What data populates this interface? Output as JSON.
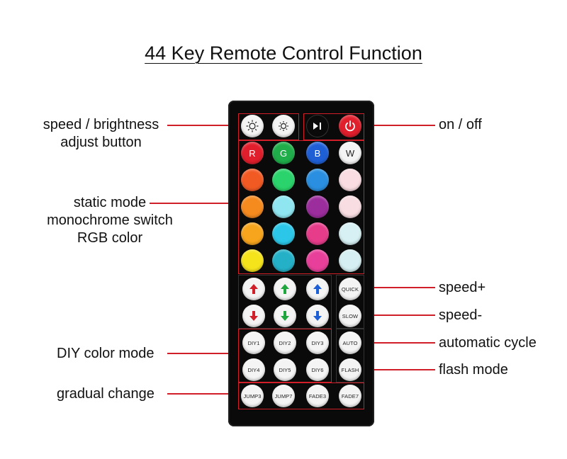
{
  "title": "44 Key Remote Control Function",
  "labels": {
    "speed_brightness_1": "speed / brightness",
    "speed_brightness_2": "adjust button",
    "static_1": "static mode",
    "static_2": "monochrome switch",
    "static_3": "RGB color",
    "diy": "DIY color mode",
    "gradual": "gradual change",
    "on_off": "on / off",
    "speed_up": "speed+",
    "speed_down": "speed-",
    "auto_cycle": "automatic cycle",
    "flash": "flash mode"
  },
  "remote": {
    "top_buttons": [
      {
        "icon": "brightness-up-icon"
      },
      {
        "icon": "brightness-down-icon"
      },
      {
        "icon": "play-pause-icon"
      },
      {
        "icon": "power-icon"
      }
    ],
    "rgbw": [
      {
        "label": "R",
        "color": "#e01e2c"
      },
      {
        "label": "G",
        "color": "#1fae4a"
      },
      {
        "label": "B",
        "color": "#1f5fd6"
      },
      {
        "label": "W",
        "color": "#f4f4f4"
      }
    ],
    "color_grid": [
      [
        "#f25a24",
        "#2ad36b",
        "#2a8fe0",
        "#f9dde2"
      ],
      [
        "#f58a1f",
        "#8fe6f0",
        "#9b2d9c",
        "#f8dde2"
      ],
      [
        "#f7a51d",
        "#2cc7e8",
        "#e63c8a",
        "#d6f0f3"
      ],
      [
        "#f5e41c",
        "#24b1c8",
        "#e8409a",
        "#d5eff2"
      ]
    ],
    "arrow_colors": [
      "#d11f2a",
      "#1fa63f",
      "#1f5fd6"
    ],
    "quick": "QUICK",
    "slow": "SLOW",
    "auto": "AUTO",
    "flash": "FLASH",
    "diy_buttons": [
      "DIY1",
      "DIY2",
      "DIY3",
      "DIY4",
      "DIY5",
      "DIY6"
    ],
    "bottom_buttons": [
      "JUMP3",
      "JUMP7",
      "FADE3",
      "FADE7"
    ]
  },
  "accent": "#d11f2a"
}
